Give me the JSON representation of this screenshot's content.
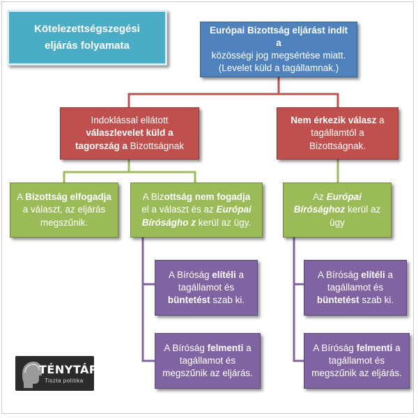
{
  "title": {
    "line1": "Kötelezettségszegési",
    "line2": "eljárás folyamata"
  },
  "nodes": {
    "root": {
      "line1": "Európai Bizottság eljárást indít a",
      "line2": "közösségi jog megsértése miatt.",
      "line3": "(Levelet küld a tagállamnak.)"
    },
    "left_branch": {
      "line1": "Indoklással ellátott",
      "line2": "válaszlevelet küld a",
      "line3_bold": "tagország a",
      "line3_rest": " Bizottságnak"
    },
    "right_branch": {
      "line1_bold": "Nem érkezik válasz",
      "line1_rest": " a",
      "line2": "tagállamtól a",
      "line3": "Bizottságnak."
    },
    "accept": {
      "line1_pre": "A ",
      "line1_bold": "Bizottság elfogadja",
      "line2": "a választ, az eljárás",
      "line3": "megszűnik."
    },
    "reject": {
      "line1_pre": "A Biz",
      "line1_bold": "ottság nem fogadja",
      "line2_pre": "el a választ és az ",
      "line2_em": "Európai",
      "line3_em": "Bíróságho z",
      "line3_rest": " kerül az ügy."
    },
    "court_right": {
      "line1_pre": "Az ",
      "line1_em": "Európai",
      "line2_em": "Bírósághoz",
      "line2_rest": " kerül az",
      "line3": "ügy"
    },
    "convict_left": {
      "line1_pre": "A Bíróság ",
      "line1_bold": "elítéli",
      "line1_post": " a",
      "line2": "tagállamot és",
      "line3_bold": "büntetést",
      "line3_rest": " szab ki."
    },
    "acquit_left": {
      "line1_pre": "A Bíróság ",
      "line1_bold": "felmenti",
      "line1_post": " a",
      "line2": "tagállamot és",
      "line3": "megszűnik az eljárás."
    },
    "convict_right": {
      "line1_pre": "A Bíróság ",
      "line1_bold": "elítéli",
      "line1_post": " a",
      "line2": "tagállamot és",
      "line3_bold": "büntetést",
      "line3_rest": " szab ki."
    },
    "acquit_right": {
      "line1_pre": "A Bíróság ",
      "line1_bold": "felmenti",
      "line1_post": " a",
      "line2": "tagállamot és",
      "line3": "megszűnik az eljárás."
    }
  },
  "logo": {
    "name": "TÉNYTÁR",
    "tagline": "Tiszta politika"
  },
  "colors": {
    "title": "#4bacc6",
    "root": "#4f81bd",
    "branch": "#c0504d",
    "outcome": "#9bbb59",
    "court": "#8064a2"
  }
}
